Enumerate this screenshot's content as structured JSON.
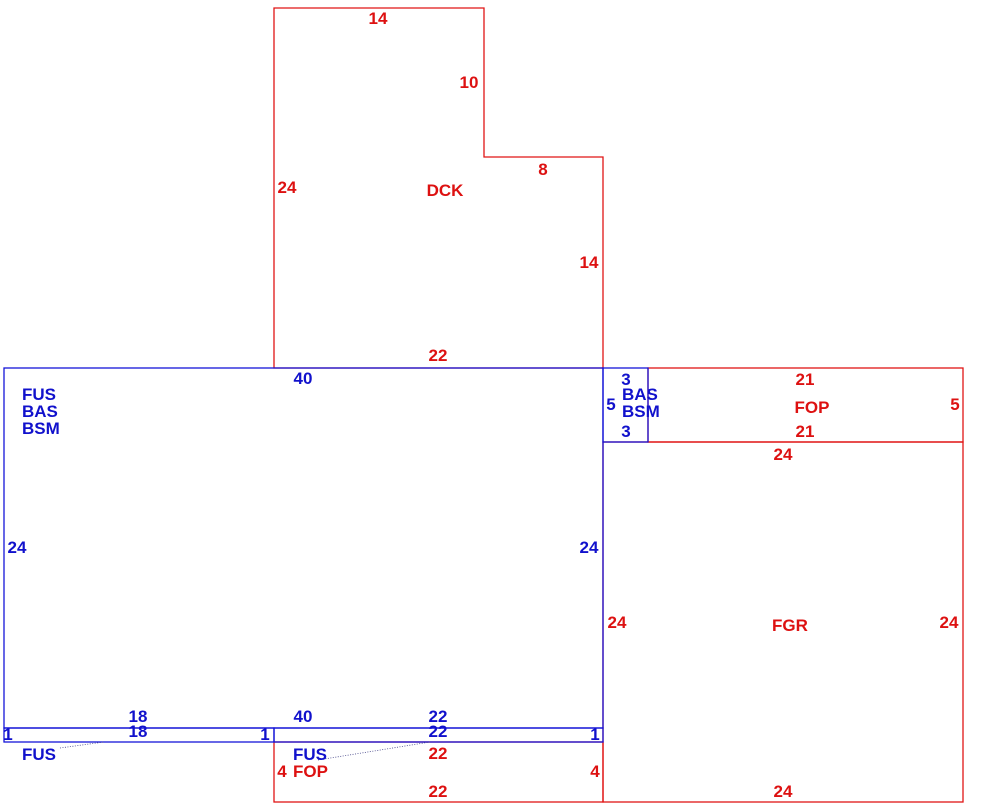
{
  "colors": {
    "red": "#dd1111",
    "blue": "#1111cc"
  },
  "areas": {
    "dck": "DCK",
    "main_fus": "FUS",
    "main_bas": "BAS",
    "main_bsm": "BSM",
    "small_bas": "BAS",
    "small_bsm": "BSM",
    "fop_right": "FOP",
    "fgr": "FGR",
    "left_strip_fus": "FUS",
    "bottom_fus": "FUS",
    "bottom_fop": "FOP"
  },
  "dims": {
    "dck_top": "14",
    "dck_step_vertical": "10",
    "dck_step_horizontal": "8",
    "dck_left": "24",
    "dck_right": "14",
    "dck_bottom": "22",
    "main_top": "40",
    "main_left": "24",
    "main_right": "24",
    "main_bottom": "40",
    "main_bottom_left": "18",
    "main_bottom_right": "22",
    "small_top": "3",
    "small_left": "5",
    "small_bottom": "3",
    "fop_top": "21",
    "fop_right": "5",
    "fop_bottom": "21",
    "fgr_top": "24",
    "fgr_left": "24",
    "fgr_right": "24",
    "fgr_bottom": "24",
    "strip_left_top": "18",
    "strip_left_end": "1",
    "strip_left_right": "1",
    "strip_right_top": "22",
    "strip_right_end": "1",
    "bottom_fop_top": "22",
    "bottom_fop_left": "4",
    "bottom_fop_right": "4",
    "bottom_fop_bottom": "22"
  }
}
